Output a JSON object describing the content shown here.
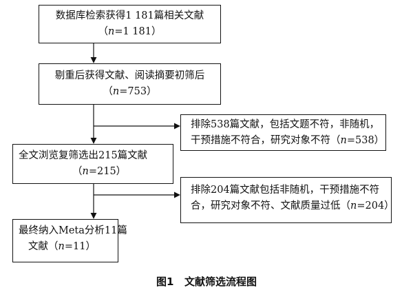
{
  "flowchart": {
    "step1": {
      "text": "数据库检索获得1 181篇相关文献",
      "n_prefix": "（",
      "n_var": "n",
      "n_value": "=1 181）"
    },
    "step2": {
      "text": "剔重后获得文献、阅读摘要初筛后",
      "n_prefix": "（",
      "n_var": "n",
      "n_value": "=753）"
    },
    "exclusion1": {
      "line1": "排除538篇文献，包括文题不符，非随机，",
      "line2_text": "干预措施不符合，研究对象不符（",
      "n_var": "n",
      "n_value": "=538）"
    },
    "step3": {
      "text": "全文浏览复筛选出215篇文献",
      "n_prefix": "（",
      "n_var": "n",
      "n_value": "=215）"
    },
    "exclusion2": {
      "line1": "排除204篇文献包括非随机，干预措施不符",
      "line2_text": "合，研究对象不符、文献质量过低（",
      "n_var": "n",
      "n_value": "=204）"
    },
    "step4": {
      "text": "最终纳入Meta分析11篇",
      "line2_text": "文献（",
      "n_var": "n",
      "n_value": "=11）"
    }
  },
  "caption": {
    "label": "图1",
    "title": "文献筛选流程图"
  }
}
